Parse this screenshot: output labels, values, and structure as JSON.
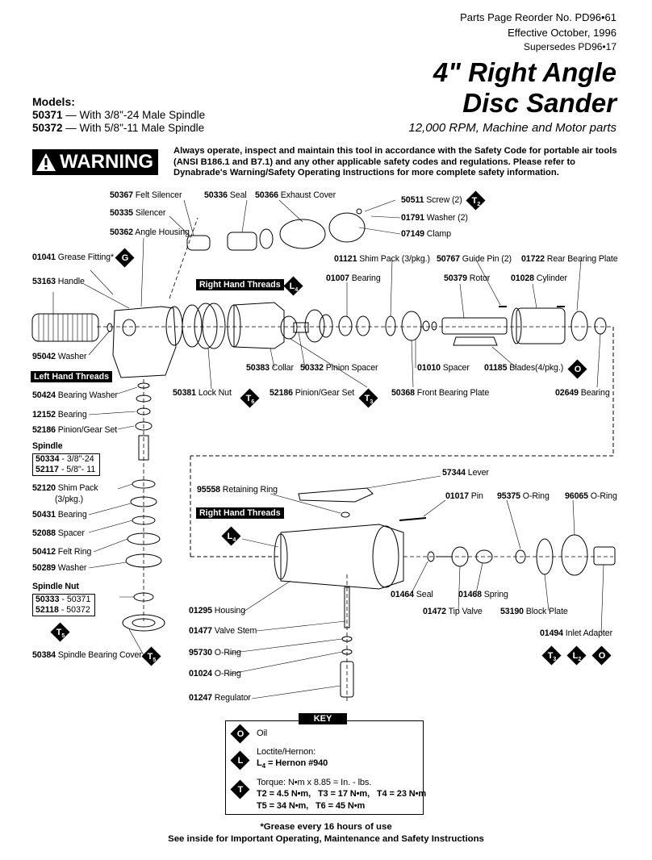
{
  "header": {
    "reorder": "Parts Page Reorder No. PD96•61",
    "effective": "Effective October, 1996",
    "supersedes": "Supersedes PD96•17",
    "title_line1": "4\" Right Angle",
    "title_line2": "Disc Sander",
    "subtitle": "12,000 RPM, Machine and Motor parts"
  },
  "models": {
    "heading": "Models:",
    "items": [
      {
        "pn": "50371",
        "desc": " — With 3/8\"-24 Male Spindle"
      },
      {
        "pn": "50372",
        "desc": " — With 5/8\"-11 Male Spindle"
      }
    ]
  },
  "warning": {
    "badge": "WARNING",
    "text": "Always operate, inspect and maintain this tool in accordance with the Safety Code for portable air tools (ANSI B186.1 and B7.1) and any other applicable safety codes and regulations. Please refer to Dynabrade's Warning/Safety Operating Instructions for more complete safety information."
  },
  "parts": {
    "p50367": {
      "pn": "50367",
      "name": " Felt Silencer"
    },
    "p50336": {
      "pn": "50336",
      "name": " Seal"
    },
    "p50366": {
      "pn": "50366",
      "name": " Exhaust Cover"
    },
    "p50511": {
      "pn": "50511",
      "name": " Screw (2)"
    },
    "p01791": {
      "pn": "01791",
      "name": " Washer (2)"
    },
    "p07149": {
      "pn": "07149",
      "name": " Clamp"
    },
    "p50335": {
      "pn": "50335",
      "name": " Silencer"
    },
    "p50362": {
      "pn": "50362",
      "name": " Angle Housing"
    },
    "p01041": {
      "pn": "01041",
      "name": " Grease Fitting*"
    },
    "p53163": {
      "pn": "53163",
      "name": " Handle"
    },
    "p01121": {
      "pn": "01121",
      "name": " Shim Pack (3/pkg.)"
    },
    "p50767": {
      "pn": "50767",
      "name": " Guide Pin (2)"
    },
    "p01722": {
      "pn": "01722",
      "name": " Rear Bearing Plate"
    },
    "p01007": {
      "pn": "01007",
      "name": " Bearing"
    },
    "p50379": {
      "pn": "50379",
      "name": " Rotor"
    },
    "p01028": {
      "pn": "01028",
      "name": " Cylinder"
    },
    "p95042": {
      "pn": "95042",
      "name": " Washer"
    },
    "p50383": {
      "pn": "50383",
      "name": " Collar"
    },
    "p50332": {
      "pn": "50332",
      "name": " Pinion Spacer"
    },
    "p01010": {
      "pn": "01010",
      "name": " Spacer"
    },
    "p01185": {
      "pn": "01185",
      "name": " Blades(4/pkg.)"
    },
    "p50424": {
      "pn": "50424",
      "name": " Bearing Washer"
    },
    "p50381": {
      "pn": "50381",
      "name": " Lock Nut"
    },
    "p52186a": {
      "pn": "52186",
      "name": " Pinion/Gear Set"
    },
    "p50368": {
      "pn": "50368",
      "name": " Front Bearing Plate"
    },
    "p02649": {
      "pn": "02649",
      "name": " Bearing"
    },
    "p12152": {
      "pn": "12152",
      "name": " Bearing"
    },
    "p52186b": {
      "pn": "52186",
      "name": " Pinion/Gear Set"
    },
    "p57344": {
      "pn": "57344",
      "name": " Lever"
    },
    "p95558": {
      "pn": "95558",
      "name": " Retaining Ring"
    },
    "p01017": {
      "pn": "01017",
      "name": " Pin"
    },
    "p95375": {
      "pn": "95375",
      "name": " O-Ring"
    },
    "p96065": {
      "pn": "96065",
      "name": " O-Ring"
    },
    "p52120": {
      "pn": "52120",
      "name": " Shim Pack"
    },
    "p52120b": {
      "pn": "",
      "name": "(3/pkg.)"
    },
    "p50431": {
      "pn": "50431",
      "name": " Bearing"
    },
    "p52088": {
      "pn": "52088",
      "name": " Spacer"
    },
    "p50412": {
      "pn": "50412",
      "name": " Felt Ring"
    },
    "p50289": {
      "pn": "50289",
      "name": " Washer"
    },
    "p01464": {
      "pn": "01464",
      "name": " Seal"
    },
    "p01468": {
      "pn": "01468",
      "name": " Spring"
    },
    "p01472": {
      "pn": "01472",
      "name": " Tip Valve"
    },
    "p53190": {
      "pn": "53190",
      "name": " Block Plate"
    },
    "p01295": {
      "pn": "01295",
      "name": " Housing"
    },
    "p01494": {
      "pn": "01494",
      "name": " Inlet Adapter"
    },
    "p01477": {
      "pn": "01477",
      "name": " Valve Stem"
    },
    "p50384": {
      "pn": "50384",
      "name": " Spindle Bearing Cover"
    },
    "p95730": {
      "pn": "95730",
      "name": " O-Ring"
    },
    "p01024": {
      "pn": "01024",
      "name": " O-Ring"
    },
    "p01247": {
      "pn": "01247",
      "name": " Regulator"
    }
  },
  "spindle": {
    "heading": "Spindle",
    "row1": {
      "pn": "50334",
      "desc": " - 3/8\"-24"
    },
    "row2": {
      "pn": "52117",
      "desc": " - 5/8\"- 11"
    }
  },
  "spindle_nut": {
    "heading": "Spindle Nut",
    "row1": {
      "pn": "50333",
      "desc": " - 50371"
    },
    "row2": {
      "pn": "52118",
      "desc": " - 50372"
    }
  },
  "tags": {
    "rht1": "Right Hand Threads",
    "lht": "Left Hand Threads",
    "rht2": "Right Hand Threads"
  },
  "symbols": {
    "G": "G",
    "O": "O",
    "T": "T",
    "L": "L",
    "sub2": "2",
    "sub3": "3",
    "sub4": "4",
    "sub5": "5",
    "sub6": "6"
  },
  "key": {
    "title": "KEY",
    "oil": "Oil",
    "loctite_head": "Loctite/Hernon:",
    "loctite_val_pre": "L",
    "loctite_val_sub": "4",
    "loctite_val_post": " = Hernon #940",
    "torque_head": "Torque:  N•m x 8.85 = In. - lbs.",
    "t2": "T2 = 4.5 N•m,",
    "t3": "T3 = 17 N•m,",
    "t4": "T4 = 23 N•m",
    "t5": "T5 = 34 N•m,",
    "t6": "T6 = 45 N•m"
  },
  "footer": {
    "grease": "*Grease every 16 hours of use",
    "see_inside": "See inside for Important Operating, Maintenance and Safety Instructions"
  }
}
